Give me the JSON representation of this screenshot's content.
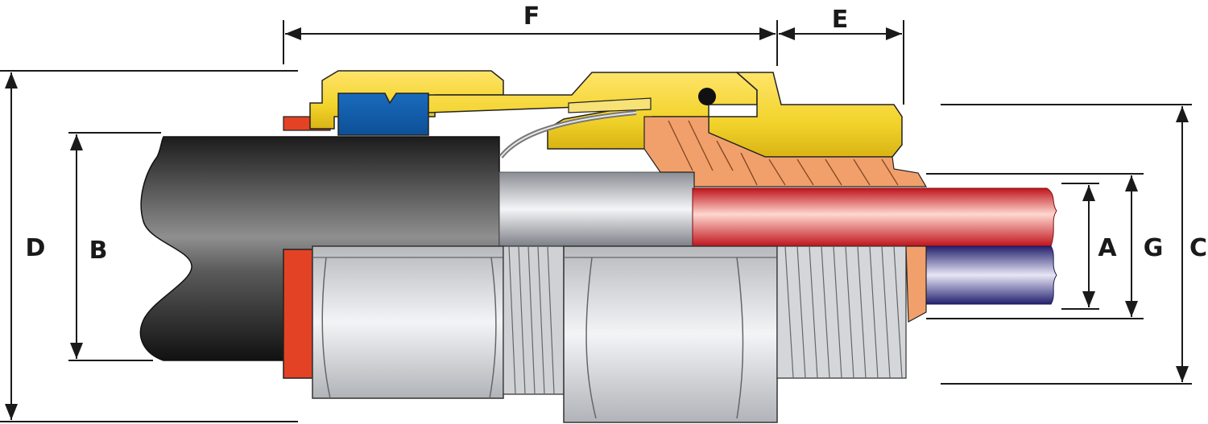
{
  "dimensions": {
    "a": "A",
    "b": "B",
    "c": "C",
    "d": "D",
    "e": "E",
    "f": "F",
    "g": "G"
  },
  "colors": {
    "brass": "#f2d32b",
    "steel": "#c9cbcf",
    "cable_jacket": "#2a2a2a",
    "seal_blue": "#1e72c4",
    "seal_red": "#e34225",
    "inner_core_red": "#d8202a",
    "inner_core_blue": "#2c2d86",
    "cone": "#f1a06c"
  }
}
